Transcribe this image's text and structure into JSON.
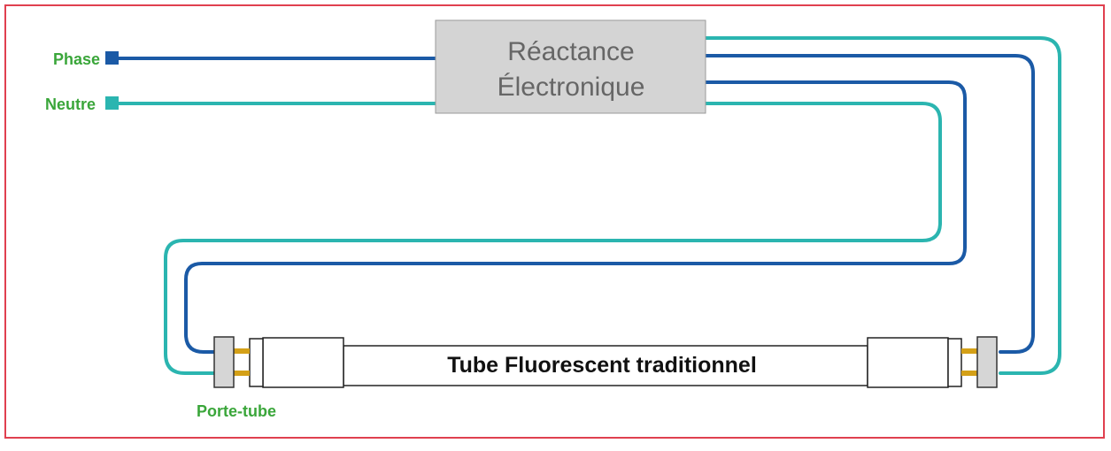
{
  "labels": {
    "phase": "Phase",
    "neutre": "Neutre",
    "ballast_line1": "Réactance",
    "ballast_line2": "Électronique",
    "tube": "Tube Fluorescent traditionnel",
    "holder": "Porte-tube"
  },
  "colors": {
    "frame": "#e0404f",
    "phase_wire": "#1b5aa6",
    "neutral_wire": "#2bb5b0",
    "label_green": "#3aa63a",
    "ballast_fill": "#d4d4d4",
    "ballast_text": "#666666",
    "holder_fill": "#d6d6d6",
    "pin": "#d4a017"
  }
}
